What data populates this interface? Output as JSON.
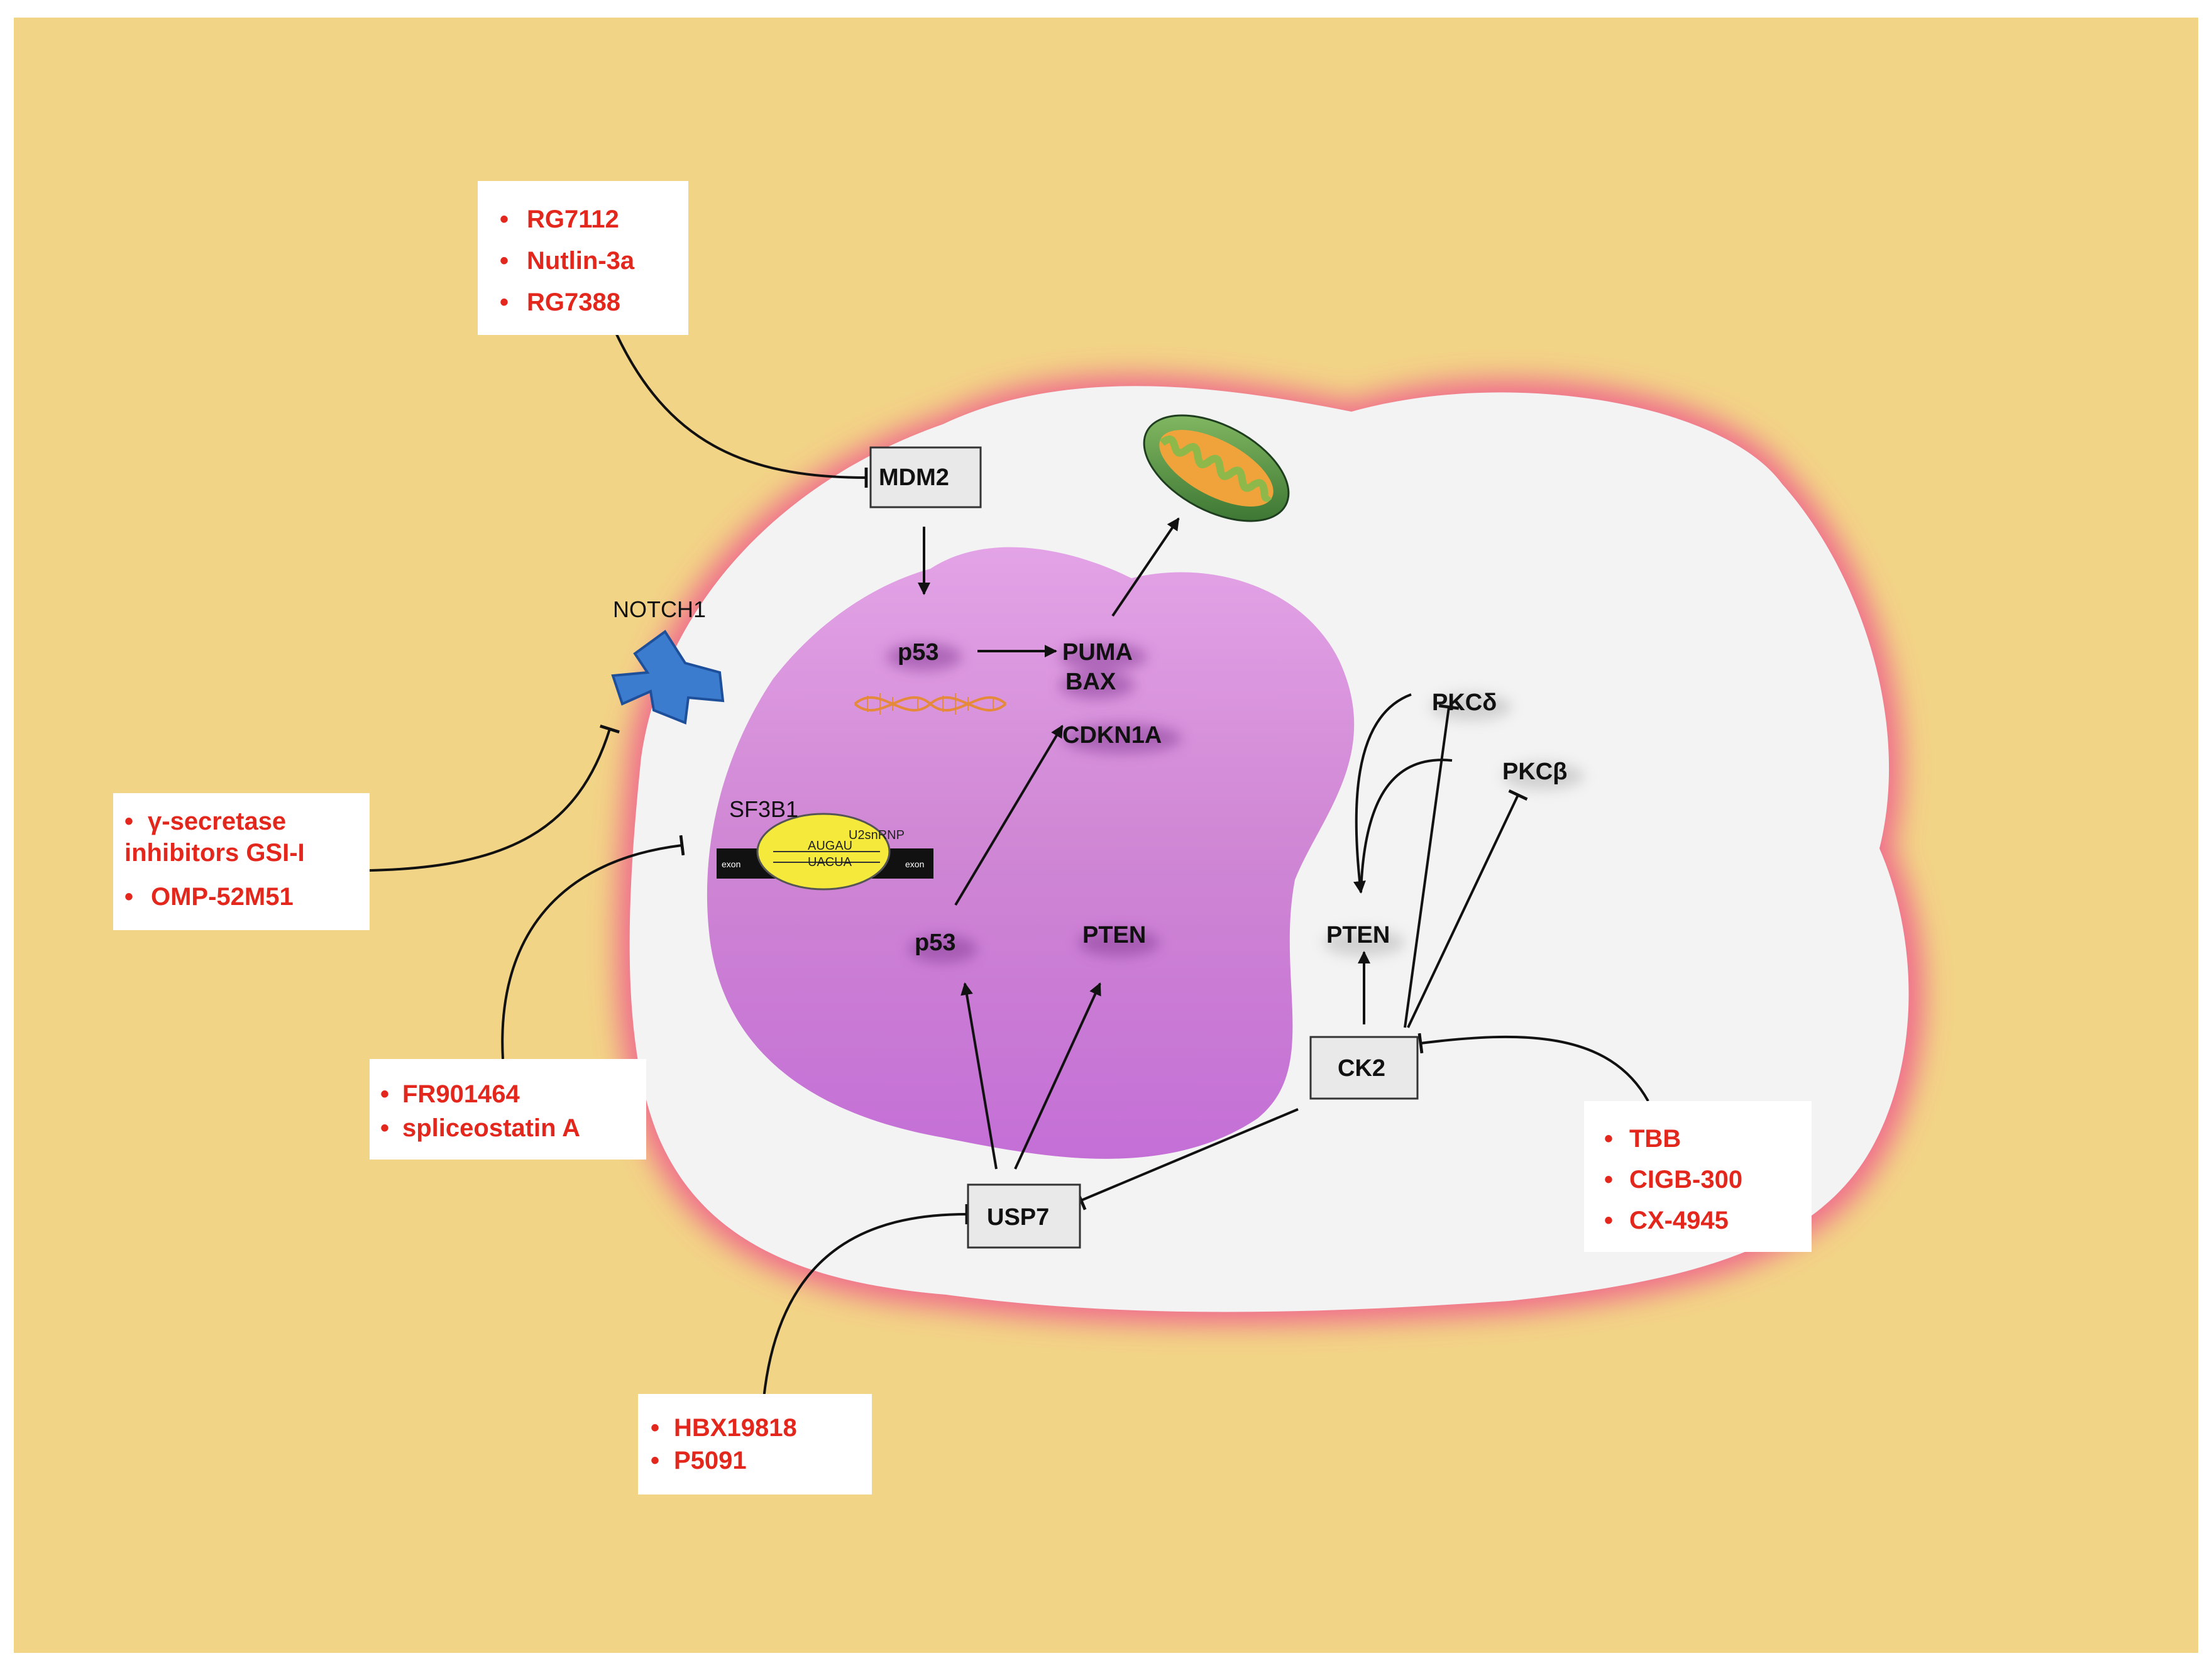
{
  "colors": {
    "background": "#f2d486",
    "cell": "#f2f2f2",
    "cell_edge": "#e33f7a",
    "nucleus": "#c97ad2",
    "drug_text": "#e3271c",
    "edge": "#111111"
  },
  "nodes": {
    "mdm2": "MDM2",
    "p53_top": "p53",
    "puma": "PUMA",
    "bax": "BAX",
    "cdkn1a": "CDKN1A",
    "notch1": "NOTCH1",
    "sf3b1": "SF3B1",
    "p53_bottom": "p53",
    "pten_nucleus": "PTEN",
    "pten_cyto": "PTEN",
    "pkc_delta": "PKCδ",
    "pkc_beta": "PKCβ",
    "ck2": "CK2",
    "usp7": "USP7"
  },
  "spliceosome": {
    "u2snrnp": "U2snRNP",
    "augau": "AUGAU",
    "uacua": "UACUA",
    "exon_left": "exon",
    "exon_right": "exon"
  },
  "inhibitor_boxes": {
    "mdm2": [
      "RG7112",
      "Nutlin-3a",
      "RG7388"
    ],
    "notch": [
      "γ-secretase",
      "inhibitors GSI-I",
      "OMP-52M51"
    ],
    "sf3b1": [
      "FR901464",
      "spliceostatin A"
    ],
    "usp7": [
      "HBX19818",
      "P5091"
    ],
    "ck2": [
      "TBB",
      "CIGB-300",
      "CX-4945"
    ]
  },
  "bullet": "•",
  "icons": [
    "mitochondrion-icon",
    "dna-helix-icon",
    "notch-receptor-icon",
    "spliceosome-icon"
  ]
}
